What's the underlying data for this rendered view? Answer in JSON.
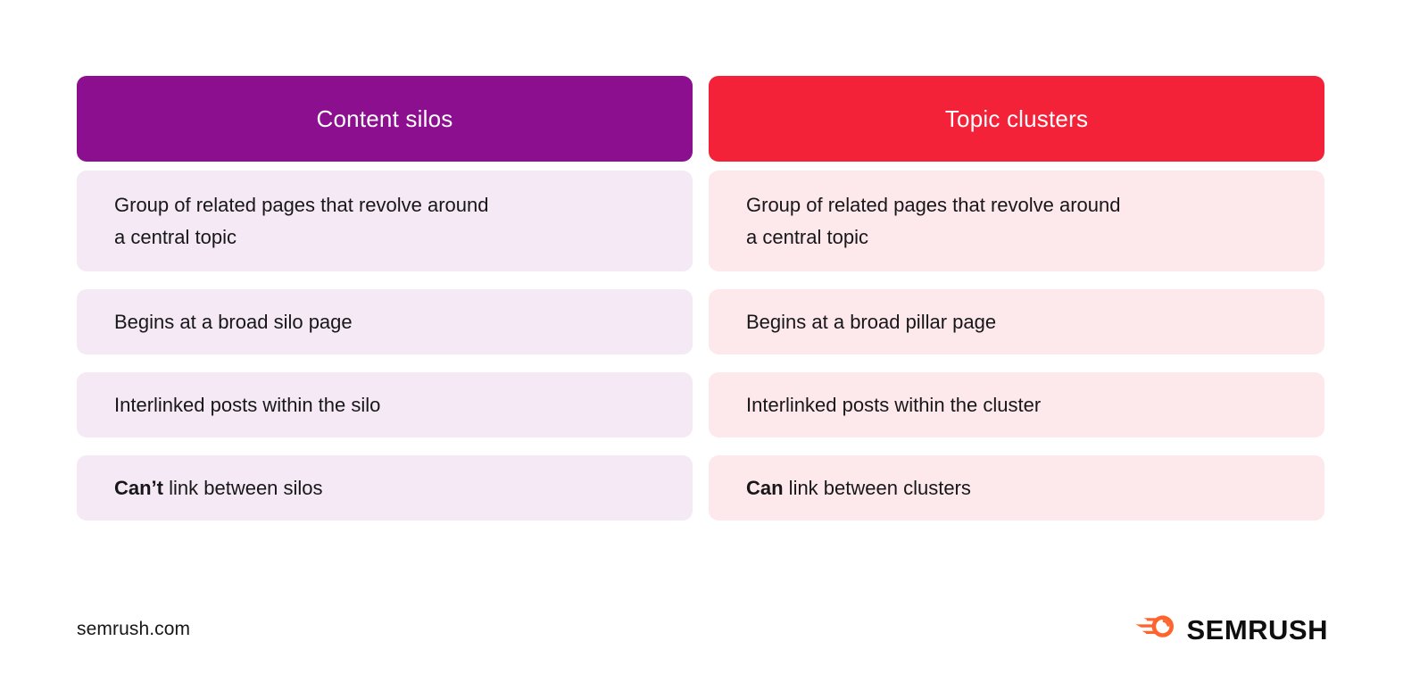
{
  "page": {
    "background": "#ffffff"
  },
  "comparison": {
    "columns": [
      {
        "id": "content-silos",
        "header": "Content silos",
        "header_bg": "#8b0f8f",
        "header_text_color": "#ffffff",
        "cell_bg": "#f4e9f4",
        "rows": [
          {
            "lead": "",
            "text": "Group of related pages that revolve around\na central topic"
          },
          {
            "lead": "",
            "text": "Begins at a broad silo page"
          },
          {
            "lead": "",
            "text": "Interlinked posts within the silo"
          },
          {
            "lead": "Can’t",
            "text": " link between silos"
          }
        ]
      },
      {
        "id": "topic-clusters",
        "header": "Topic clusters",
        "header_bg": "#f42239",
        "header_text_color": "#ffffff",
        "cell_bg": "#fde9ec",
        "rows": [
          {
            "lead": "",
            "text": "Group of related pages that revolve around\na central topic"
          },
          {
            "lead": "",
            "text": "Begins at a broad pillar page"
          },
          {
            "lead": "",
            "text": "Interlinked posts within the cluster"
          },
          {
            "lead": "Can",
            "text": " link between clusters"
          }
        ]
      }
    ]
  },
  "footer": {
    "url": "semrush.com",
    "brand_name": "SEMRUSH",
    "brand_mark_color": "#ff642d",
    "brand_word_color": "#0f0f10"
  }
}
